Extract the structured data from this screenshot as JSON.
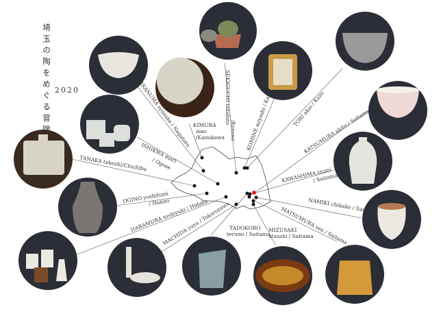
{
  "title": "埼玉の陶をめぐる冒険",
  "year": "2020",
  "artists": [
    {
      "name": "HIRANUMA syusuke / Nagatoro"
    },
    {
      "name": "KIMURA",
      "sub1": "isao",
      "sub2": "/Kamikawa"
    },
    {
      "name": "SEKIGUCHI takahito",
      "sub1": "/Konosu"
    },
    {
      "name": "KOMINE miyoshi / Kazo"
    },
    {
      "name": "TORI akio / Kazo"
    },
    {
      "name": "KATSUMURA akito / Saitama"
    },
    {
      "name": "KAWASHIMA izumi",
      "sub1": "/ Saitama"
    },
    {
      "name": "NAMIKI chikako / Saitama"
    },
    {
      "name": "MATSUMURA sen / Saitama"
    },
    {
      "name": "MIZUSAKI",
      "sub1": "atsushi / Saitama"
    },
    {
      "name": "TADOKORO",
      "sub1": "terumi / Saitama"
    },
    {
      "name": "MACHIDA yuya / Tokorozawa"
    },
    {
      "name": "HARAMURA toshiyuki / Hidaka"
    },
    {
      "name": "OGINO yoshifumi",
      "sub1": "/ Hanno"
    },
    {
      "name": "TANAKA takeshi/Chichibu"
    },
    {
      "name": "ISHIKWA mari",
      "sub1": "/ Ogose"
    }
  ],
  "colors": {
    "circle": "#2a2d35",
    "marker": "#e02020",
    "dot": "#111111"
  }
}
